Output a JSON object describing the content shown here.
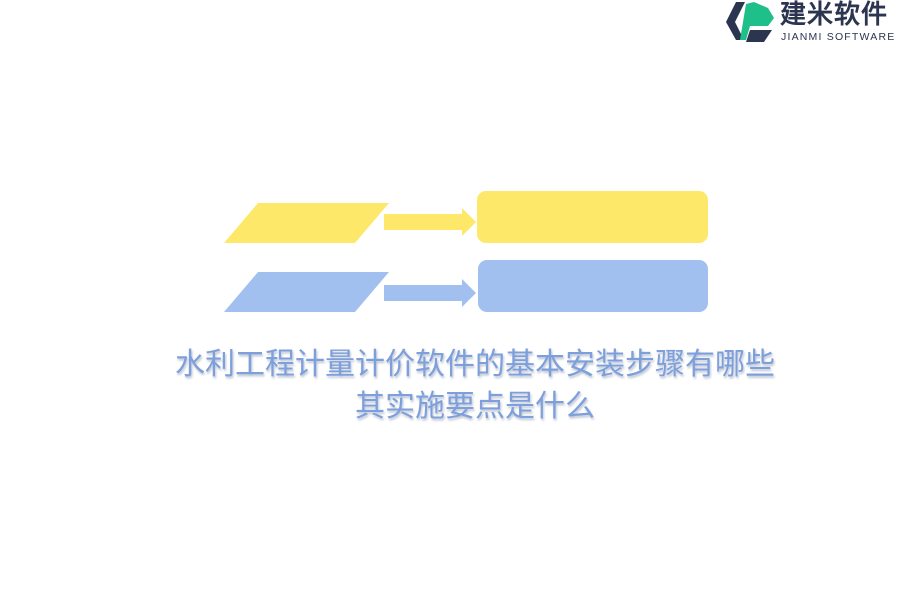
{
  "logo": {
    "name_cn": "建米软件",
    "name_en": "JIANMI SOFTWARE",
    "icon": "jianmi-logo-icon",
    "colors": {
      "dark": "#2c3550",
      "green": "#1fbf8a"
    }
  },
  "diagram": {
    "rows": [
      {
        "color": "#fde86a",
        "shape_icon": "parallelogram",
        "arrow_icon": "right-arrow-icon",
        "box_icon": "rounded-rectangle"
      },
      {
        "color": "#a1c0ef",
        "shape_icon": "parallelogram",
        "arrow_icon": "right-arrow-icon",
        "box_icon": "rounded-rectangle"
      }
    ]
  },
  "title": {
    "line1": "水利工程计量计价软件的基本安装步骤有哪些",
    "line2": "其实施要点是什么",
    "color": "#7d9fdc"
  }
}
